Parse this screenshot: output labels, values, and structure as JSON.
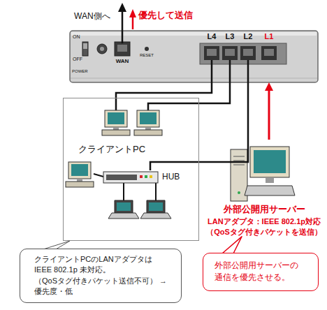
{
  "diagram": {
    "nodes": [
      {
        "text": [
          "ON",
          "OFF",
          "POWER",
          "WAN",
          "RESET",
          "L4",
          "L3",
          "L2",
          "L1"
        ]
      },
      {
        "text": [
          "クライアントPC"
        ]
      },
      {
        "text": [
          "HUB"
        ],
        "in": 1
      },
      {
        "text": [
          "外部公開用サーバー",
          "LANアダプタ：IEEE 802.1p対応 （QoSタグ付きパケットを送信）"
        ]
      },
      {
        "text": [
          "クライアントPCのLANアダプタは IEEE 802.1p 未対応。 （QoSタグ付きパケット送信不可） →優先度・低"
        ]
      },
      {
        "text": [
          "外部公開用サーバーの 通信を優先させる。"
        ]
      }
    ],
    "edges": [
      {
        "from": 0,
        "to": 2,
        "arrow": "none"
      },
      {
        "from": 3,
        "to": 0,
        "arrow": "to"
      },
      {
        "from": 4,
        "to": 1,
        "arrow": "none"
      },
      {
        "from": 5,
        "to": 3,
        "arrow": "none"
      }
    ],
    "labels": [
      "WAN側へ",
      "優先して送信"
    ]
  }
}
